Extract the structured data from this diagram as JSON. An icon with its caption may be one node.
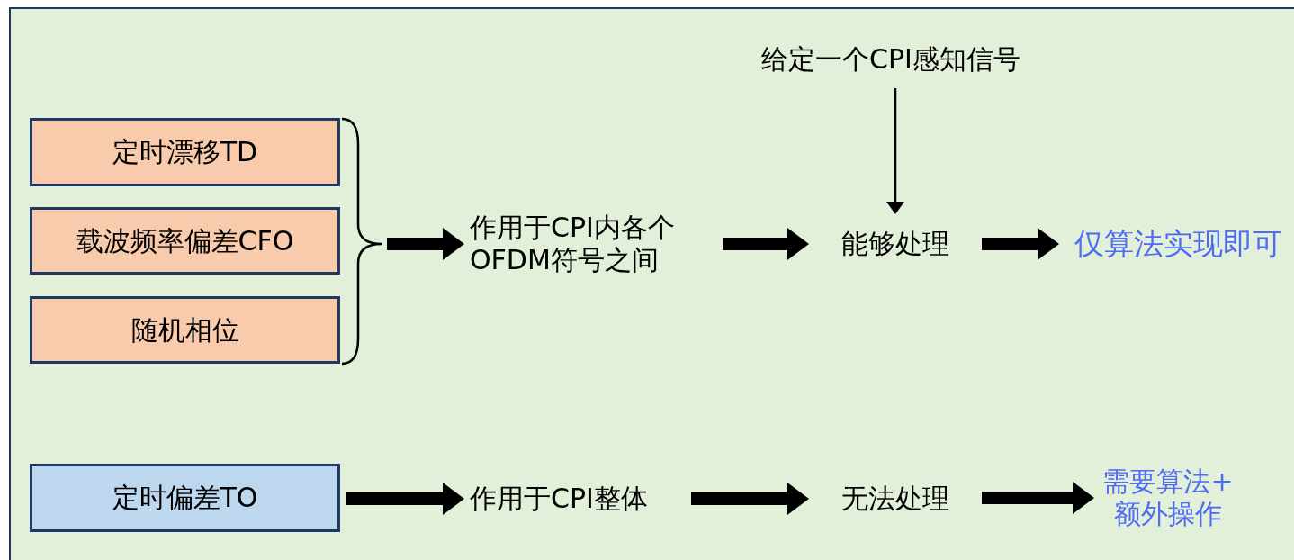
{
  "diagram": {
    "nodes": [
      {
        "text": [
          "定时漂移TD"
        ]
      },
      {
        "text": [
          "载波频率偏差CFO"
        ]
      },
      {
        "text": [
          "随机相位"
        ]
      },
      {
        "text": [
          "作用于CPI内各个OFDM符号之间"
        ]
      },
      {
        "text": [
          "给定一个CPI感知信号"
        ]
      },
      {
        "text": [
          "能够处理"
        ]
      },
      {
        "text": [
          "仅算法实现即可"
        ]
      },
      {
        "text": [
          "定时偏差TO"
        ]
      },
      {
        "text": [
          "作用于CPI整体"
        ]
      },
      {
        "text": [
          "无法处理"
        ]
      },
      {
        "text": [
          "需要算法+额外操作"
        ]
      }
    ],
    "edges": [
      {
        "from": 0,
        "to": 3,
        "arrow": "to"
      },
      {
        "from": 1,
        "to": 3,
        "arrow": "to"
      },
      {
        "from": 2,
        "to": 3,
        "arrow": "to"
      },
      {
        "from": 4,
        "to": 5,
        "arrow": "to"
      },
      {
        "from": 3,
        "to": 5,
        "arrow": "to"
      },
      {
        "from": 5,
        "to": 6,
        "arrow": "to"
      },
      {
        "from": 7,
        "to": 8,
        "arrow": "to"
      },
      {
        "from": 8,
        "to": 9,
        "arrow": "to"
      },
      {
        "from": 9,
        "to": 10,
        "arrow": "to"
      }
    ]
  }
}
